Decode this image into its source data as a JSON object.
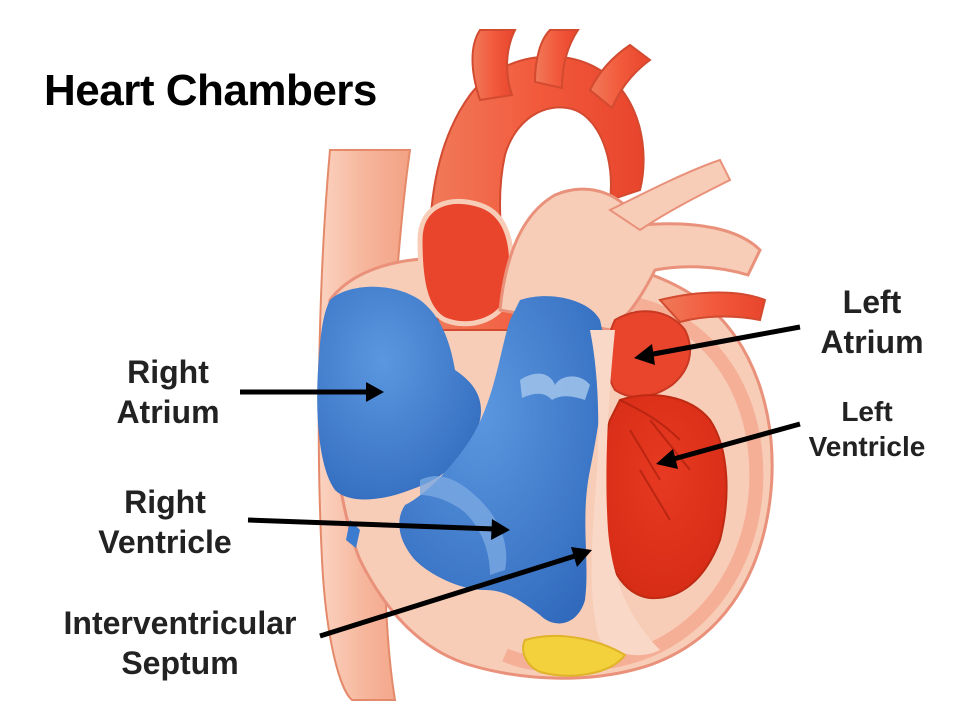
{
  "title": "Heart Chambers",
  "labels": {
    "right_atrium": [
      "Right",
      "Atrium"
    ],
    "right_ventricle": [
      "Right",
      "Ventricle"
    ],
    "septum": [
      "Interventricular",
      "Septum"
    ],
    "left_atrium": [
      "Left",
      "Atrium"
    ],
    "left_ventricle": [
      "Left",
      "Ventricle"
    ]
  },
  "colors": {
    "deoxygenated": "#3b7bd0",
    "oxygenated": "#e8452c",
    "tissue": "#f8cdb8",
    "arrow": "#000000"
  }
}
